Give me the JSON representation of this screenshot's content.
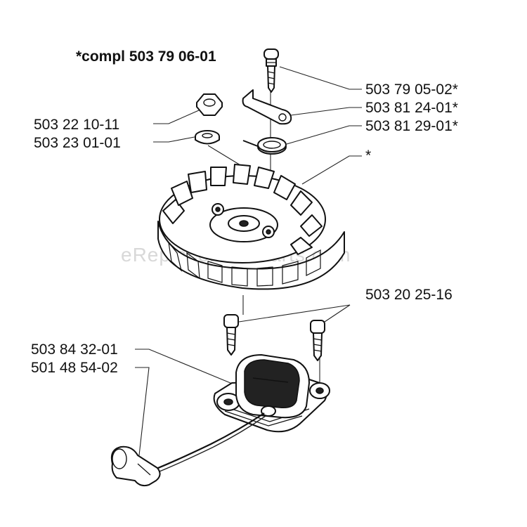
{
  "assembly_label": "*compl 503 79 06-01",
  "watermark": "eReplacementParts.com",
  "callouts": {
    "screw_top": "503 79 05-02*",
    "pawl": "503 81 24-01*",
    "spring": "503 81 29-01*",
    "flywheel": "*",
    "nut": "503 22 10-11",
    "washer": "503 23 01-01",
    "coil_screws": "503 20 25-16",
    "ignition_coil": "503 84 32-01",
    "spark_plug_cap": "501 48 54-02"
  }
}
